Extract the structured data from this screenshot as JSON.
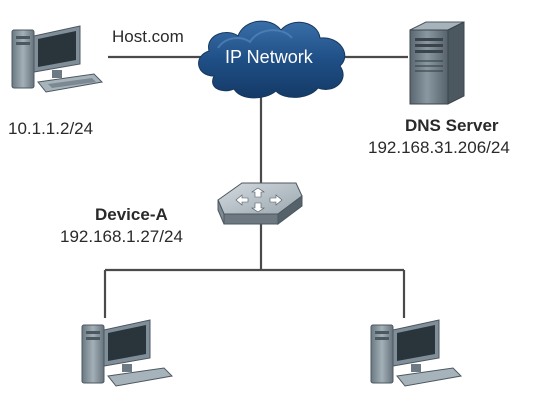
{
  "network": {
    "cloud_label": "IP Network",
    "link_label": "Host.com"
  },
  "host": {
    "ip": "10.1.1.2/24"
  },
  "dns_server": {
    "name": "DNS Server",
    "ip": "192.168.31.206/24"
  },
  "device_a": {
    "name": "Device-A",
    "ip": "192.168.1.27/24"
  },
  "colors": {
    "line": "#4a4a4a",
    "cloud": "#1f4f86",
    "cloud_highlight": "#3a6fa8",
    "pc_body": "#7f8e99",
    "pc_dark": "#4c5860",
    "screen": "#2a343b",
    "switch_top": "#b6c0c6",
    "switch_side": "#6d7880"
  }
}
